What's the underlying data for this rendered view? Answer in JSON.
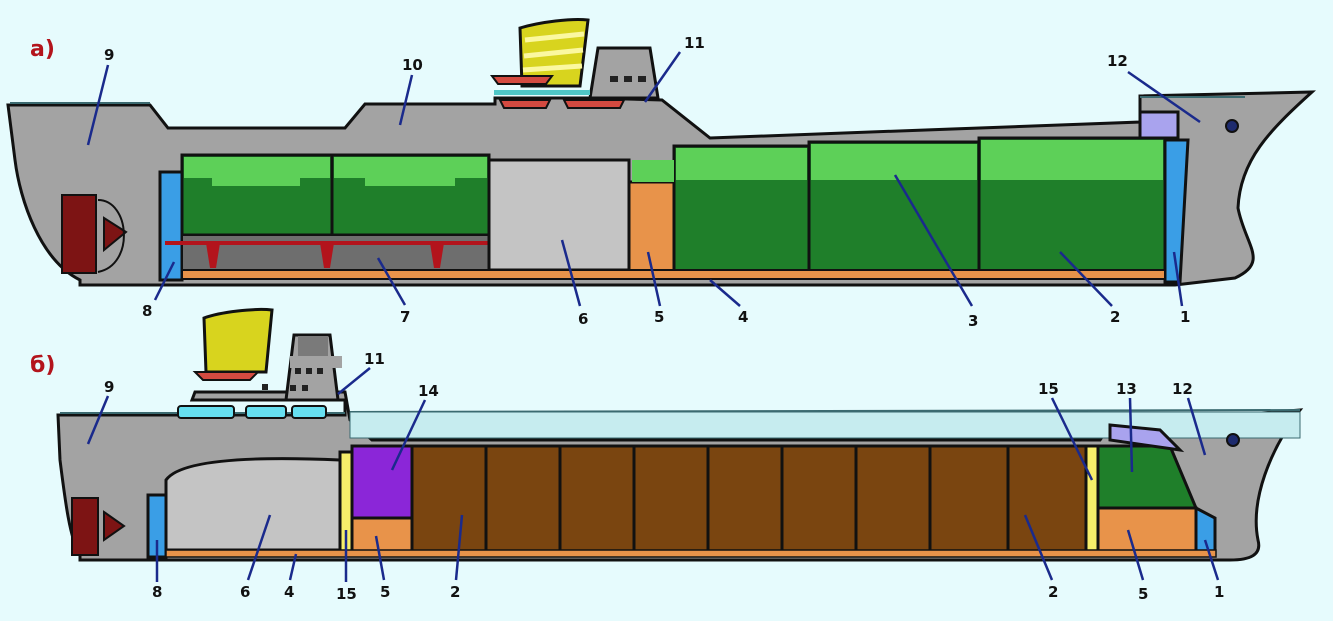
{
  "diagram": {
    "sections": {
      "a": {
        "label": "а)"
      },
      "b": {
        "label": "б)"
      }
    },
    "callouts_a": [
      "9",
      "10",
      "11",
      "12",
      "8",
      "7",
      "6",
      "5",
      "4",
      "3",
      "2",
      "1"
    ],
    "callouts_b": [
      "9",
      "11",
      "14",
      "15",
      "13",
      "12",
      "8",
      "6",
      "4",
      "15",
      "5",
      "2",
      "2",
      "5",
      "1"
    ]
  },
  "colors": {
    "background": "#e6fbfd",
    "hull": "#a3a3a3",
    "hold_green": "#1f7f2a",
    "hold_green_top": "#5dd058",
    "hold_brown": "#7a4510",
    "hold_light": "#c4c4c4",
    "peak_tank": "#3a9ee6",
    "double_bottom": "#e8934a",
    "funnel": "#d8d41e",
    "forepeak_store": "#a9a3ee",
    "purple_tank": "#8b26d8",
    "cofferdam": "#f6ee6a",
    "propeller": "#7d1414",
    "label_red": "#b3141c",
    "leader": "#1a2a8c"
  }
}
